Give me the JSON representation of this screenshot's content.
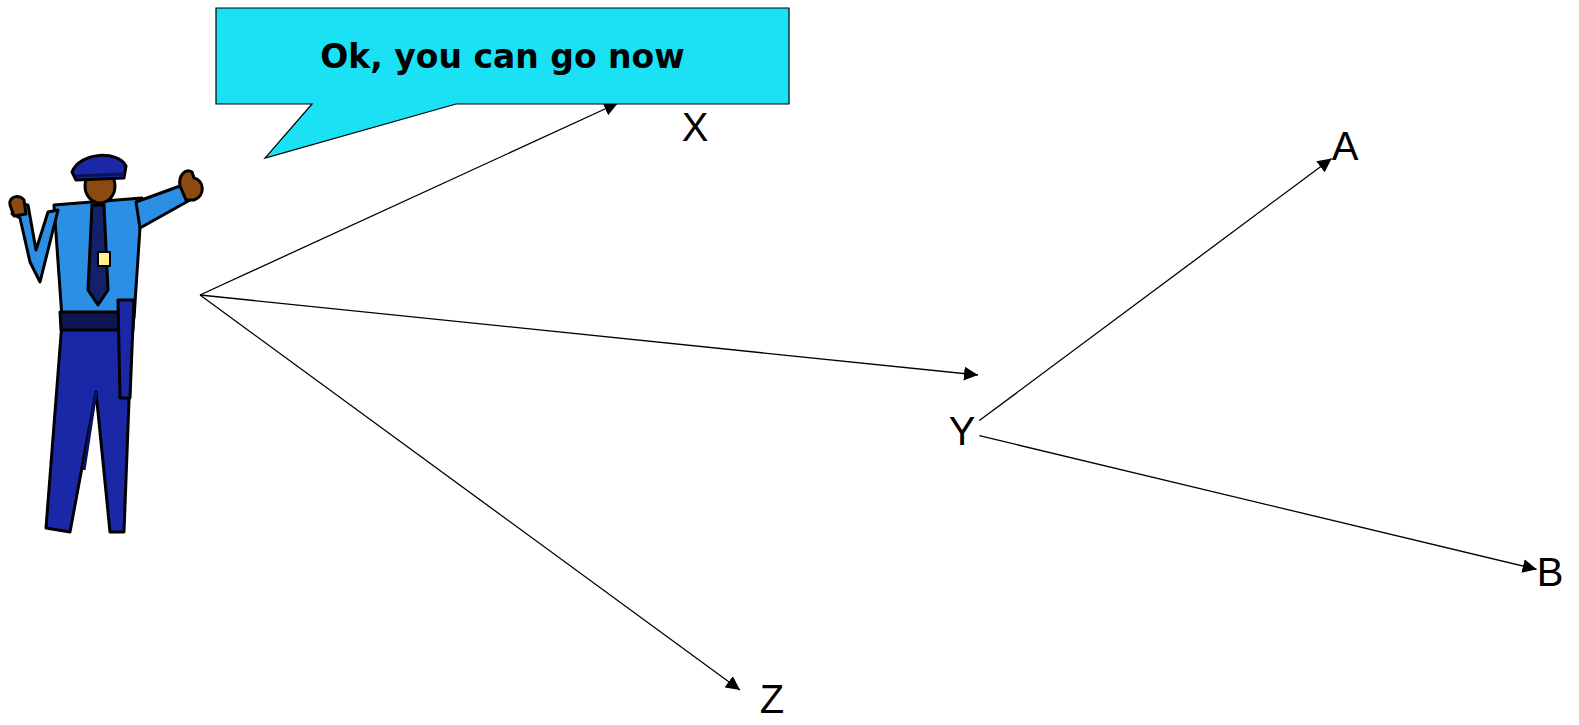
{
  "diagram": {
    "nodes": [
      {
        "text": [
          "Ok, you can go now"
        ]
      },
      {
        "text": [
          "X"
        ]
      },
      {
        "text": [
          "Y"
        ]
      },
      {
        "text": [
          "A"
        ]
      },
      {
        "text": [
          "B"
        ]
      },
      {
        "text": [
          "Z"
        ]
      }
    ],
    "edges": [
      {
        "from": 2,
        "to": 3,
        "arrow": "to"
      },
      {
        "from": 2,
        "to": 4,
        "arrow": "to"
      }
    ]
  }
}
